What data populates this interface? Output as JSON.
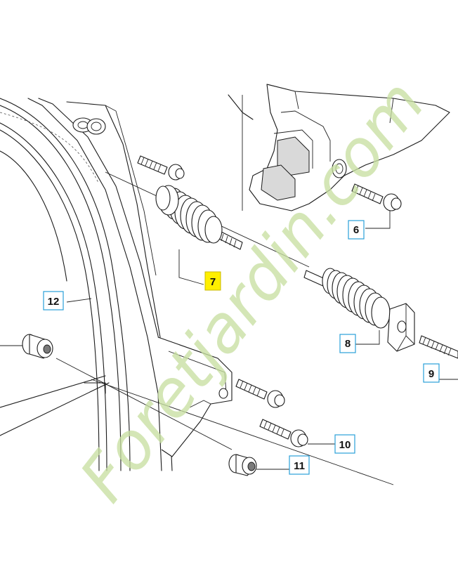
{
  "callouts": [
    {
      "id": "6",
      "text": "6",
      "highlight": false
    },
    {
      "id": "7",
      "text": "7",
      "highlight": true
    },
    {
      "id": "8",
      "text": "8",
      "highlight": false
    },
    {
      "id": "9",
      "text": "9",
      "highlight": false
    },
    {
      "id": "10",
      "text": "10",
      "highlight": false
    },
    {
      "id": "11",
      "text": "11",
      "highlight": false
    },
    {
      "id": "12",
      "text": "12",
      "highlight": false
    }
  ],
  "watermark": {
    "text": "Foretjardin.com",
    "color": "#c8e0a2"
  },
  "colors": {
    "callout_border": "#2aa0d8",
    "highlight_fill": "#ffef00",
    "line": "#1a1a1a"
  }
}
